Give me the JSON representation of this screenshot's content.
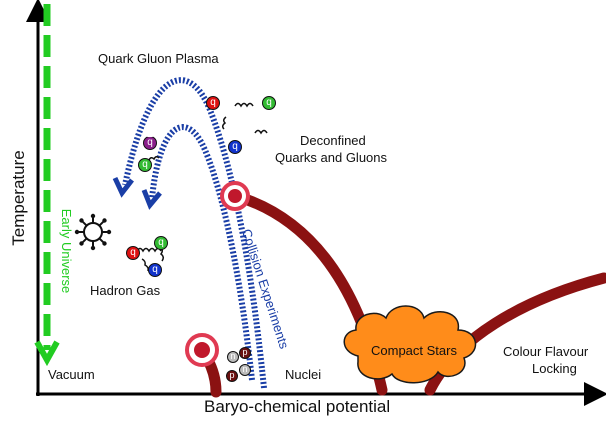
{
  "axes": {
    "x_label": "Baryo-chemical potential",
    "y_label": "Temperature"
  },
  "regions": {
    "quark_gluon_plasma": "Quark Gluon Plasma",
    "deconfined_line1": "Deconfined",
    "deconfined_line2": "Quarks and Gluons",
    "hadron_gas": "Hadron Gas",
    "vacuum": "Vacuum",
    "nuclei": "Nuclei",
    "compact_stars": "Compact Stars",
    "cfl_line1": "Colour Flavour",
    "cfl_line2": "Locking"
  },
  "paths": {
    "early_universe": "Early Universe",
    "collision_experiments": "Collision Experiments"
  },
  "particles": {
    "quark": "q",
    "antiquark": "q",
    "nucleon": "n",
    "proton": "p"
  },
  "colors": {
    "phase_line": "#8b1212",
    "early_universe": "#22cc22",
    "collision": "#1a3ea6",
    "compact_star_fill": "#ff8c1a",
    "critical_point": "#e03a52",
    "quark_red": "#dd1111",
    "quark_green": "#33bb33",
    "quark_blue": "#1133cc",
    "quark_purple": "#8a1f8a"
  }
}
